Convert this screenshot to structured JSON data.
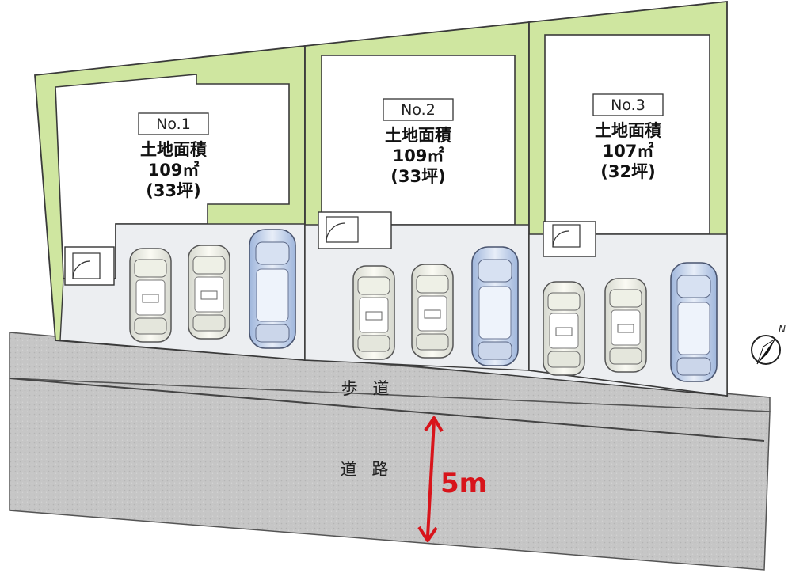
{
  "lots": [
    {
      "no": "No.1",
      "label": "土地面積",
      "area": "109㎡",
      "tsubo": "(33坪)"
    },
    {
      "no": "No.2",
      "label": "土地面積",
      "area": "109㎡",
      "tsubo": "(33坪)"
    },
    {
      "no": "No.3",
      "label": "土地面積",
      "area": "107㎡",
      "tsubo": "(32坪)"
    }
  ],
  "sidewalk_label": "歩 道",
  "road_label": "道 路",
  "road_width": "5m",
  "north_label": "N",
  "colors": {
    "green_strip": "#cfe6a0",
    "lot_line": "#3a3a3a",
    "paved": "#eceef1",
    "road": "#c9c9c9",
    "accent": "#d8141b"
  }
}
